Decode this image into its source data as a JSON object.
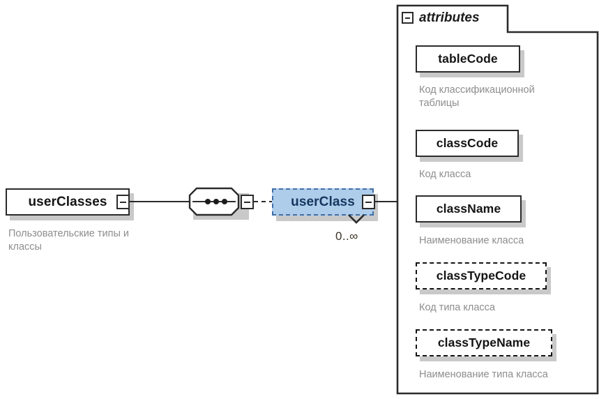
{
  "diagram": {
    "type": "xsd-schema-diagram",
    "background": "#ffffff",
    "selected_fill": "#aecdeb",
    "selected_stroke": "#3f6ea8",
    "stroke": "#2b2b2b",
    "description_color": "#8d8d8d"
  },
  "root_element": {
    "name": "userClasses",
    "description": "Пользовательские типы и\nклассы",
    "collapse_icon": "minus-icon"
  },
  "compositor": {
    "kind": "sequence",
    "icon": "sequence-icon",
    "collapse_icon": "minus-icon"
  },
  "child_element": {
    "name": "userClass",
    "occurrence": "0..∞",
    "selected": true,
    "optional": true,
    "collapse_icon": "minus-icon",
    "chevron_icon": "chevron-down-icon"
  },
  "attributes_panel": {
    "title": "attributes",
    "collapse_icon": "minus-icon",
    "items": [
      {
        "name": "tableCode",
        "required": true,
        "description": "Код классификационной\nтаблицы"
      },
      {
        "name": "classCode",
        "required": true,
        "description": "Код класса"
      },
      {
        "name": "className",
        "required": true,
        "description": "Наименование класса"
      },
      {
        "name": "classTypeCode",
        "required": false,
        "description": "Код типа класса"
      },
      {
        "name": "classTypeName",
        "required": false,
        "description": "Наименование типа класса"
      }
    ]
  }
}
